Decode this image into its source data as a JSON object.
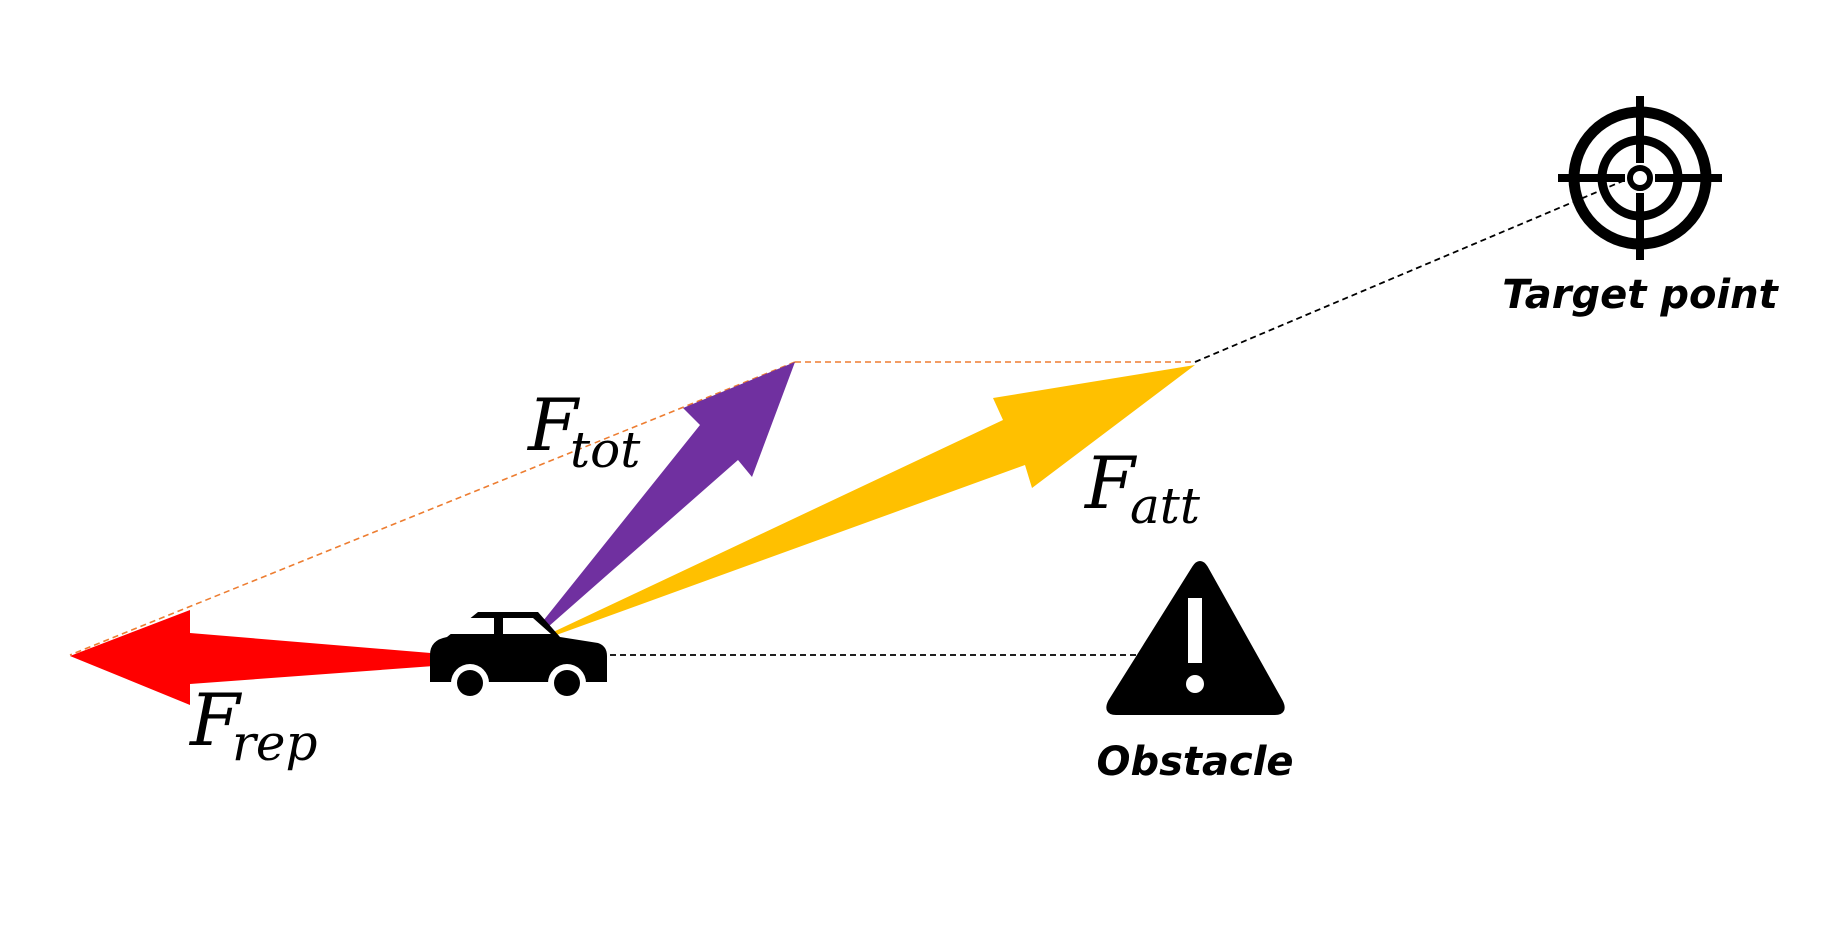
{
  "labels": {
    "target": "Target point",
    "obstacle": "Obstacle"
  },
  "forces": {
    "total": {
      "symbol": "F",
      "subscript": "tot"
    },
    "attractive": {
      "symbol": "F",
      "subscript": "att"
    },
    "repulsive": {
      "symbol": "F",
      "subscript": "rep"
    }
  },
  "icons": {
    "vehicle": "car-icon",
    "target": "crosshair-target-icon",
    "obstacle": "warning-triangle-icon"
  },
  "colors": {
    "total": "#7030a0",
    "attractive": "#ffc000",
    "repulsive": "#ff0000",
    "construction_line": "#ed7d31",
    "reference_line": "#000000"
  }
}
